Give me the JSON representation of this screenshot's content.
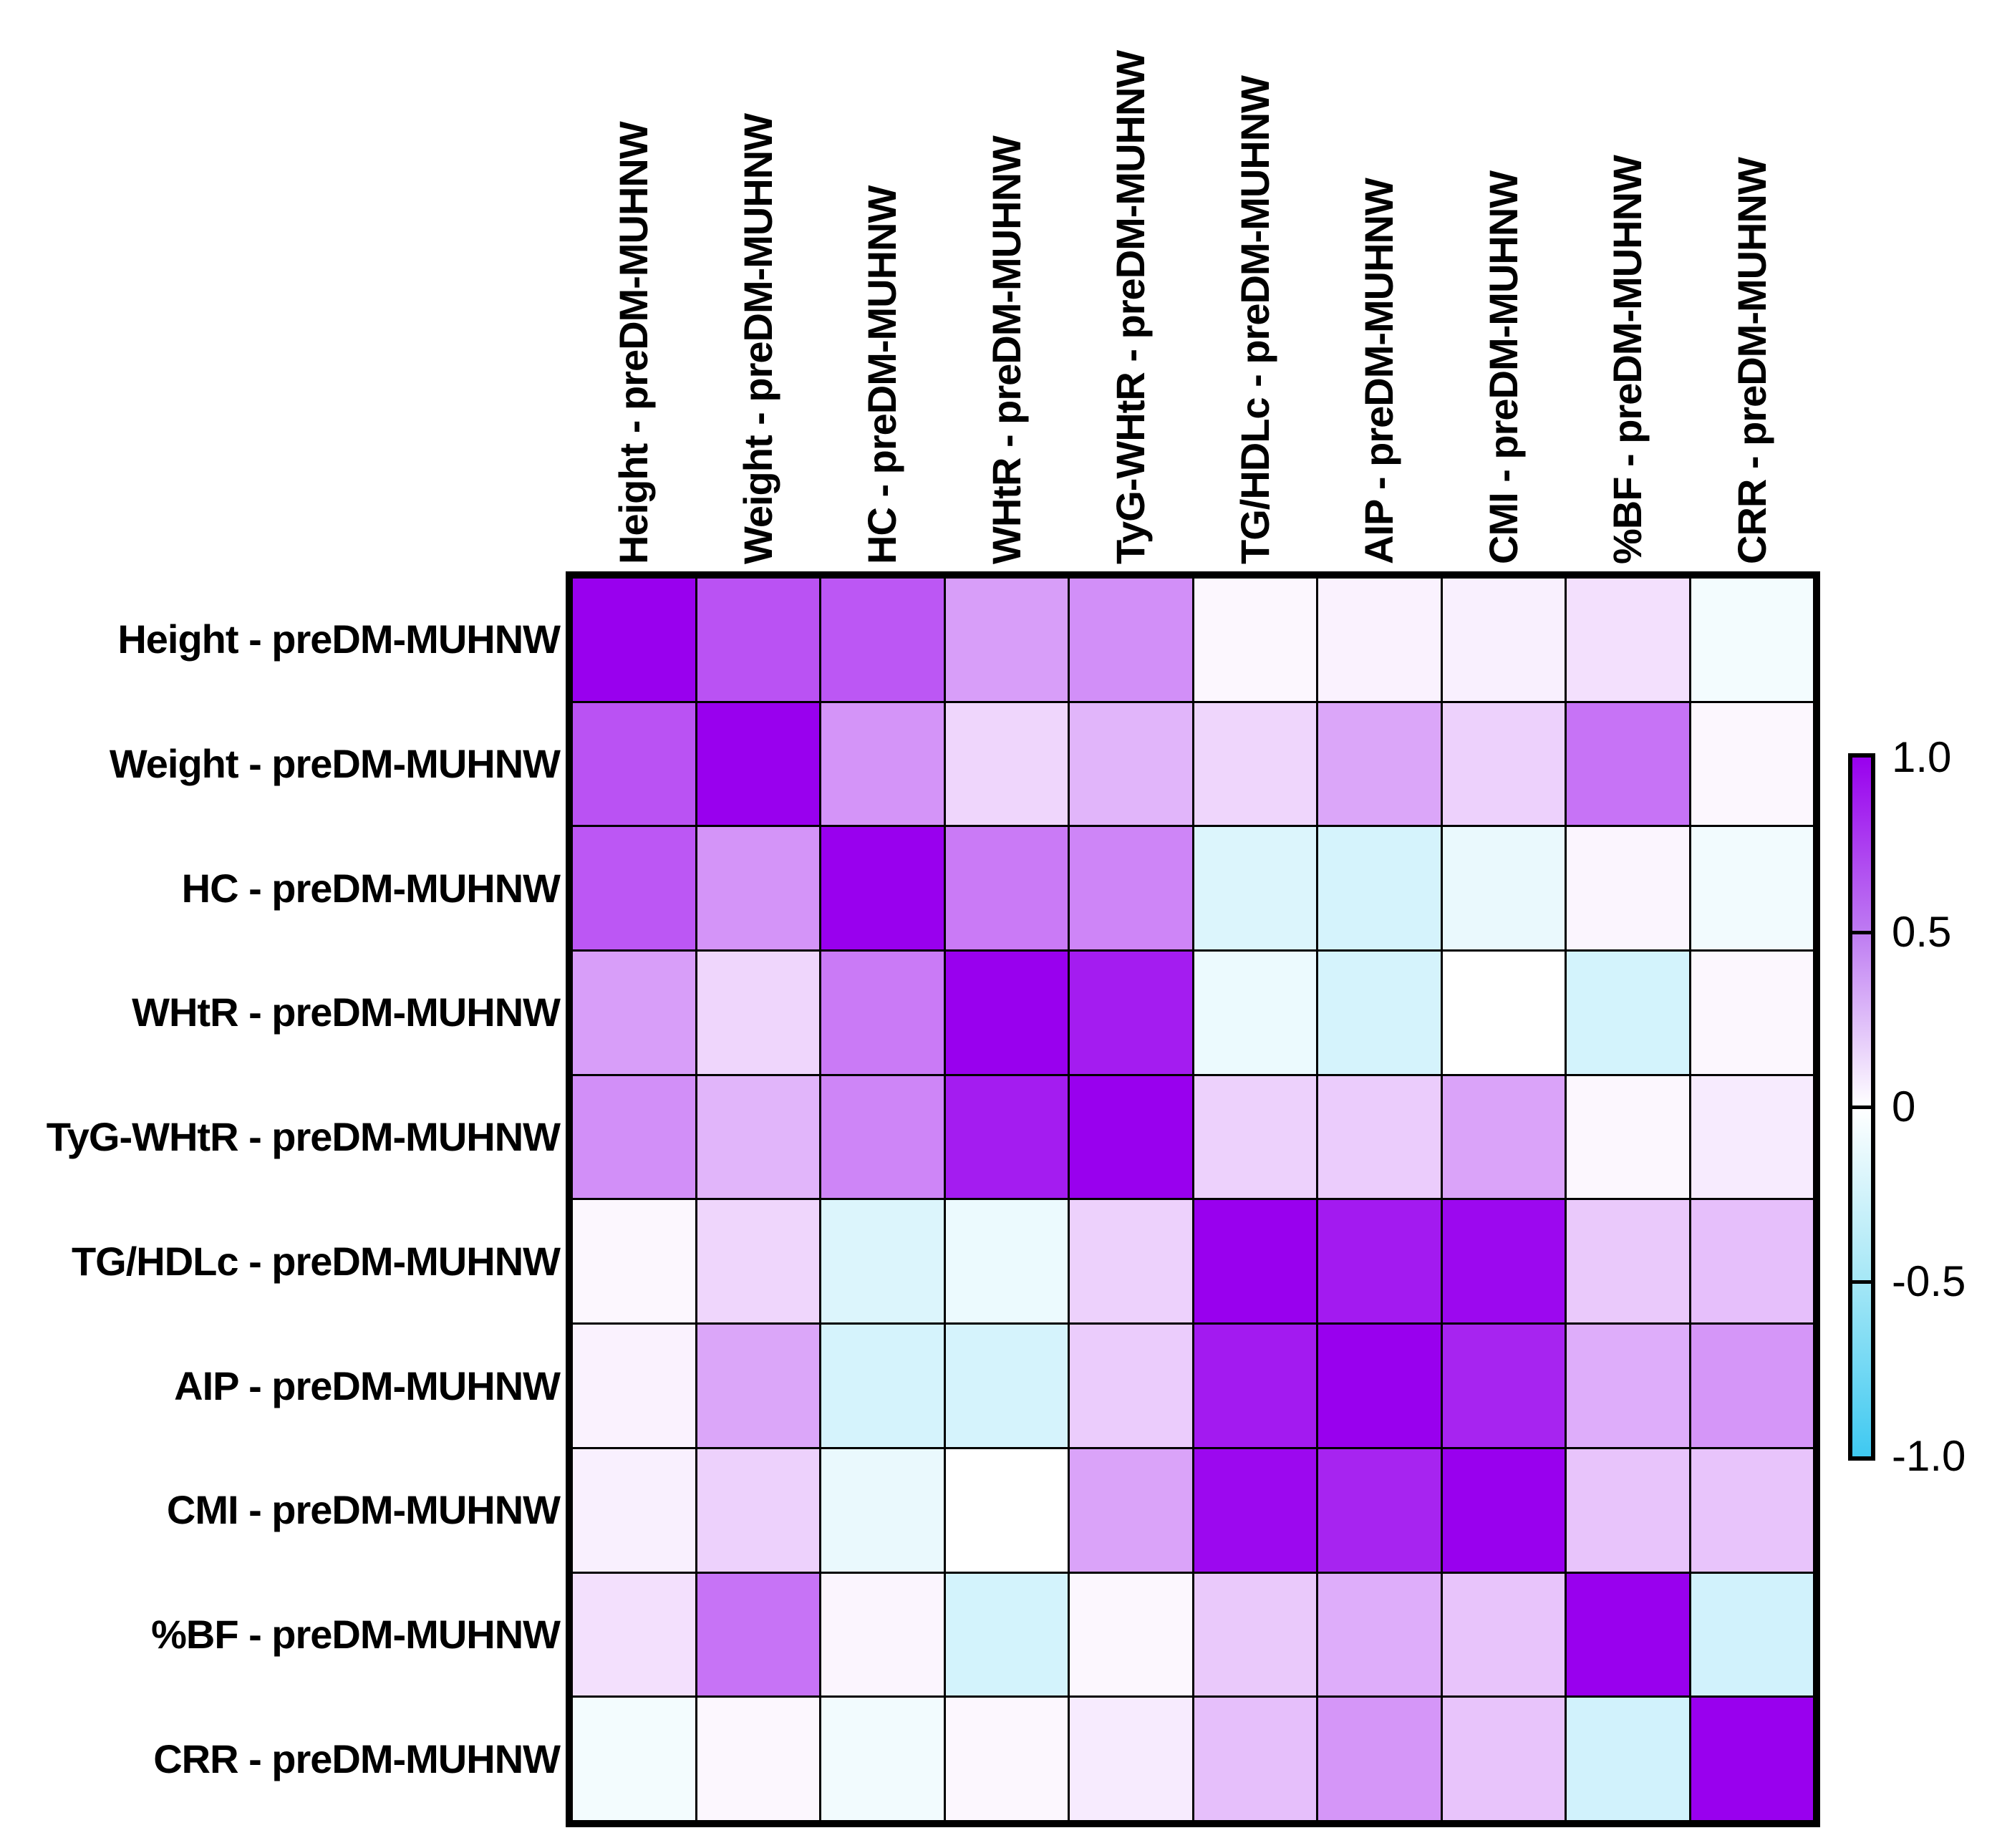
{
  "chart_data": {
    "type": "heatmap",
    "group_suffix": "preDM-MUHNW",
    "categories": [
      "Height - preDM-MUHNW",
      "Weight - preDM-MUHNW",
      "HC - preDM-MUHNW",
      "WHtR - preDM-MUHNW",
      "TyG-WHtR - preDM-MUHNW",
      "TG/HDLc - preDM-MUHNW",
      "AIP - preDM-MUHNW",
      "CMI - preDM-MUHNW",
      "%BF - preDM-MUHNW",
      "CRR - preDM-MUHNW"
    ],
    "matrix": [
      [
        1.0,
        0.68,
        0.66,
        0.38,
        0.44,
        0.03,
        0.05,
        0.06,
        0.12,
        -0.06
      ],
      [
        0.68,
        1.0,
        0.42,
        0.16,
        0.29,
        0.16,
        0.35,
        0.18,
        0.55,
        0.03
      ],
      [
        0.66,
        0.42,
        1.0,
        0.52,
        0.48,
        -0.18,
        -0.22,
        -0.11,
        0.04,
        -0.07
      ],
      [
        0.38,
        0.16,
        0.52,
        1.0,
        0.89,
        -0.1,
        -0.22,
        0.0,
        -0.23,
        0.03
      ],
      [
        0.44,
        0.29,
        0.48,
        0.89,
        1.0,
        0.18,
        0.2,
        0.36,
        0.03,
        0.08
      ],
      [
        0.03,
        0.16,
        -0.18,
        -0.1,
        0.18,
        1.0,
        0.9,
        0.97,
        0.21,
        0.25
      ],
      [
        0.05,
        0.35,
        -0.22,
        -0.22,
        0.2,
        0.9,
        1.0,
        0.86,
        0.32,
        0.41
      ],
      [
        0.06,
        0.18,
        -0.11,
        0.0,
        0.36,
        0.97,
        0.86,
        1.0,
        0.23,
        0.23
      ],
      [
        0.12,
        0.55,
        0.04,
        -0.23,
        0.03,
        0.21,
        0.32,
        0.23,
        1.0,
        -0.24
      ],
      [
        -0.06,
        0.03,
        -0.07,
        0.03,
        0.08,
        0.25,
        0.41,
        0.23,
        -0.24,
        1.0
      ]
    ],
    "value_range": [
      -1,
      1
    ],
    "grid_lines": true,
    "grid_line_color": "#000000",
    "colorbar": {
      "position": "right",
      "tick_labels": [
        "1.0",
        "0.5",
        "0",
        "-0.5",
        "-1.0"
      ],
      "tick_values": [
        1.0,
        0.5,
        0,
        -0.5,
        -1.0
      ],
      "color_max": "#9900EE",
      "color_mid_pos": "#BE7BF2",
      "color_zero": "#FFFFFF",
      "color_mid_neg": "#A5E7F6",
      "color_min": "#3FC9F1"
    }
  }
}
